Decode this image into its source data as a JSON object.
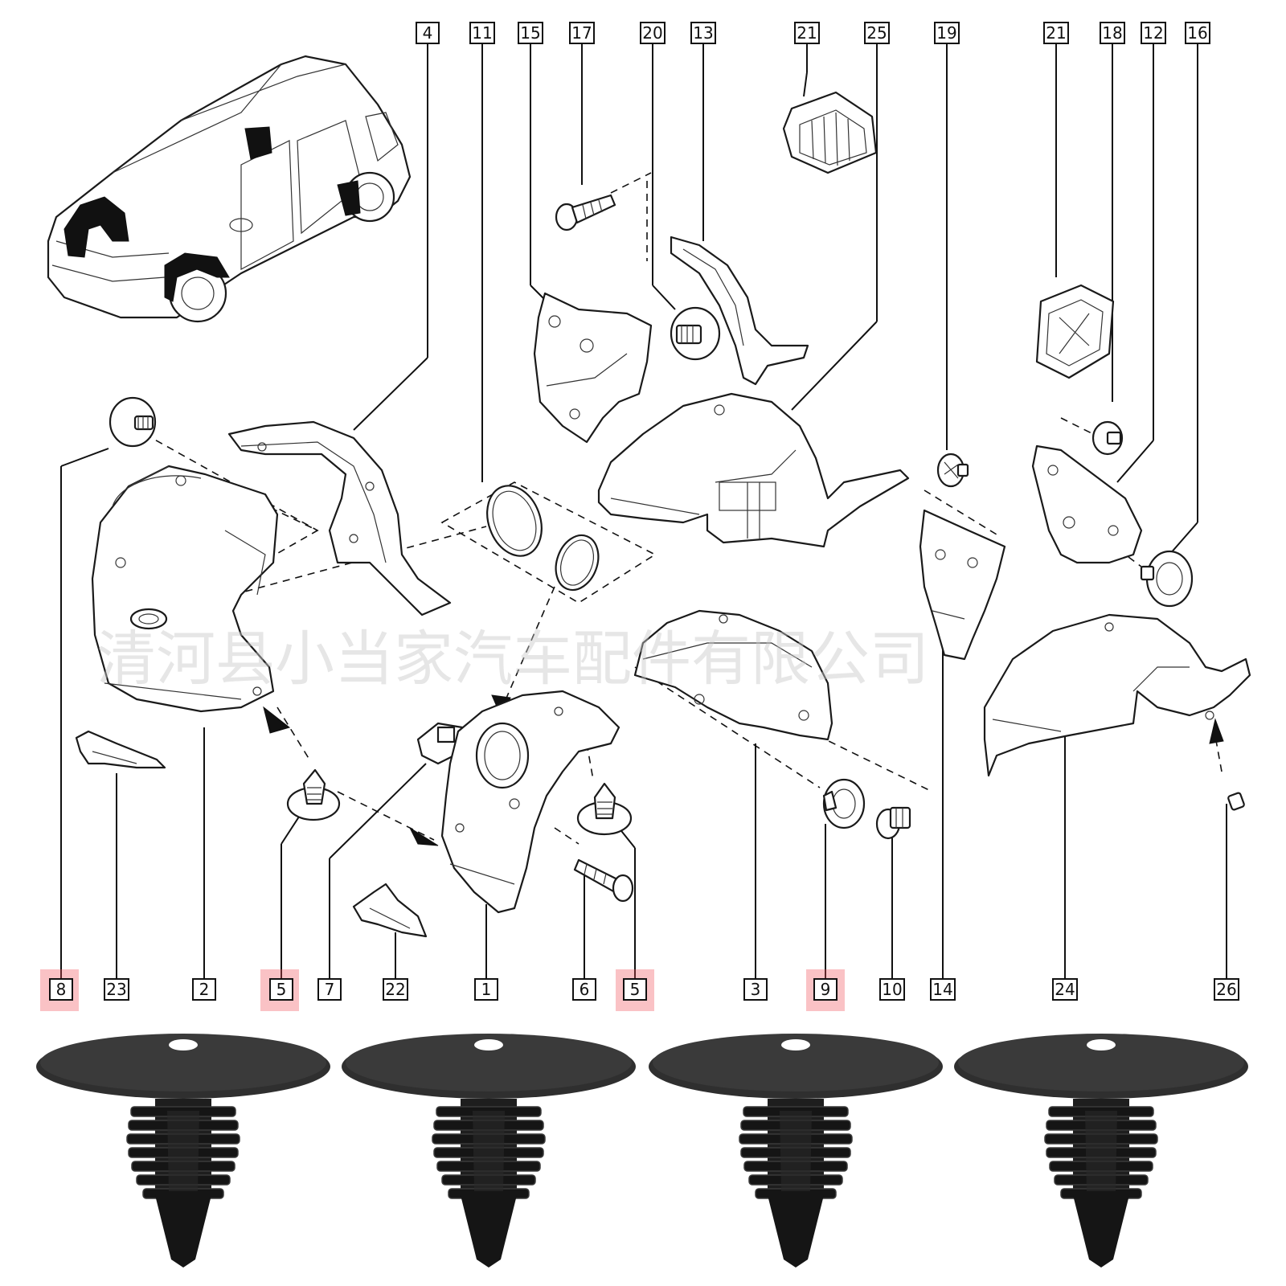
{
  "callouts": {
    "top": [
      {
        "id": "top-4",
        "label": "4"
      },
      {
        "id": "top-11",
        "label": "11"
      },
      {
        "id": "top-15",
        "label": "15"
      },
      {
        "id": "top-17",
        "label": "17"
      },
      {
        "id": "top-20",
        "label": "20"
      },
      {
        "id": "top-13",
        "label": "13"
      },
      {
        "id": "top-21a",
        "label": "21"
      },
      {
        "id": "top-25",
        "label": "25"
      },
      {
        "id": "top-19",
        "label": "19"
      },
      {
        "id": "top-21b",
        "label": "21"
      },
      {
        "id": "top-18",
        "label": "18"
      },
      {
        "id": "top-12",
        "label": "12"
      },
      {
        "id": "top-16",
        "label": "16"
      }
    ],
    "bottom": [
      {
        "id": "bot-8",
        "label": "8",
        "highlight": true
      },
      {
        "id": "bot-23",
        "label": "23",
        "highlight": false
      },
      {
        "id": "bot-2",
        "label": "2",
        "highlight": false
      },
      {
        "id": "bot-5a",
        "label": "5",
        "highlight": true
      },
      {
        "id": "bot-7",
        "label": "7",
        "highlight": false
      },
      {
        "id": "bot-22",
        "label": "22",
        "highlight": false
      },
      {
        "id": "bot-1",
        "label": "1",
        "highlight": false
      },
      {
        "id": "bot-6",
        "label": "6",
        "highlight": false
      },
      {
        "id": "bot-5b",
        "label": "5",
        "highlight": true
      },
      {
        "id": "bot-3",
        "label": "3",
        "highlight": false
      },
      {
        "id": "bot-9",
        "label": "9",
        "highlight": true
      },
      {
        "id": "bot-10",
        "label": "10",
        "highlight": false
      },
      {
        "id": "bot-14",
        "label": "14",
        "highlight": false
      },
      {
        "id": "bot-24",
        "label": "24",
        "highlight": false
      },
      {
        "id": "bot-26",
        "label": "26",
        "highlight": false
      }
    ]
  },
  "watermark": "清河县小当家汽车配件有限公司",
  "colors": {
    "highlight": "#f0505a",
    "line": "#111111",
    "clip": "#1e1e1e"
  },
  "product_photos": {
    "count": 4,
    "item_icon": "fir-tree-push-clip-icon"
  }
}
